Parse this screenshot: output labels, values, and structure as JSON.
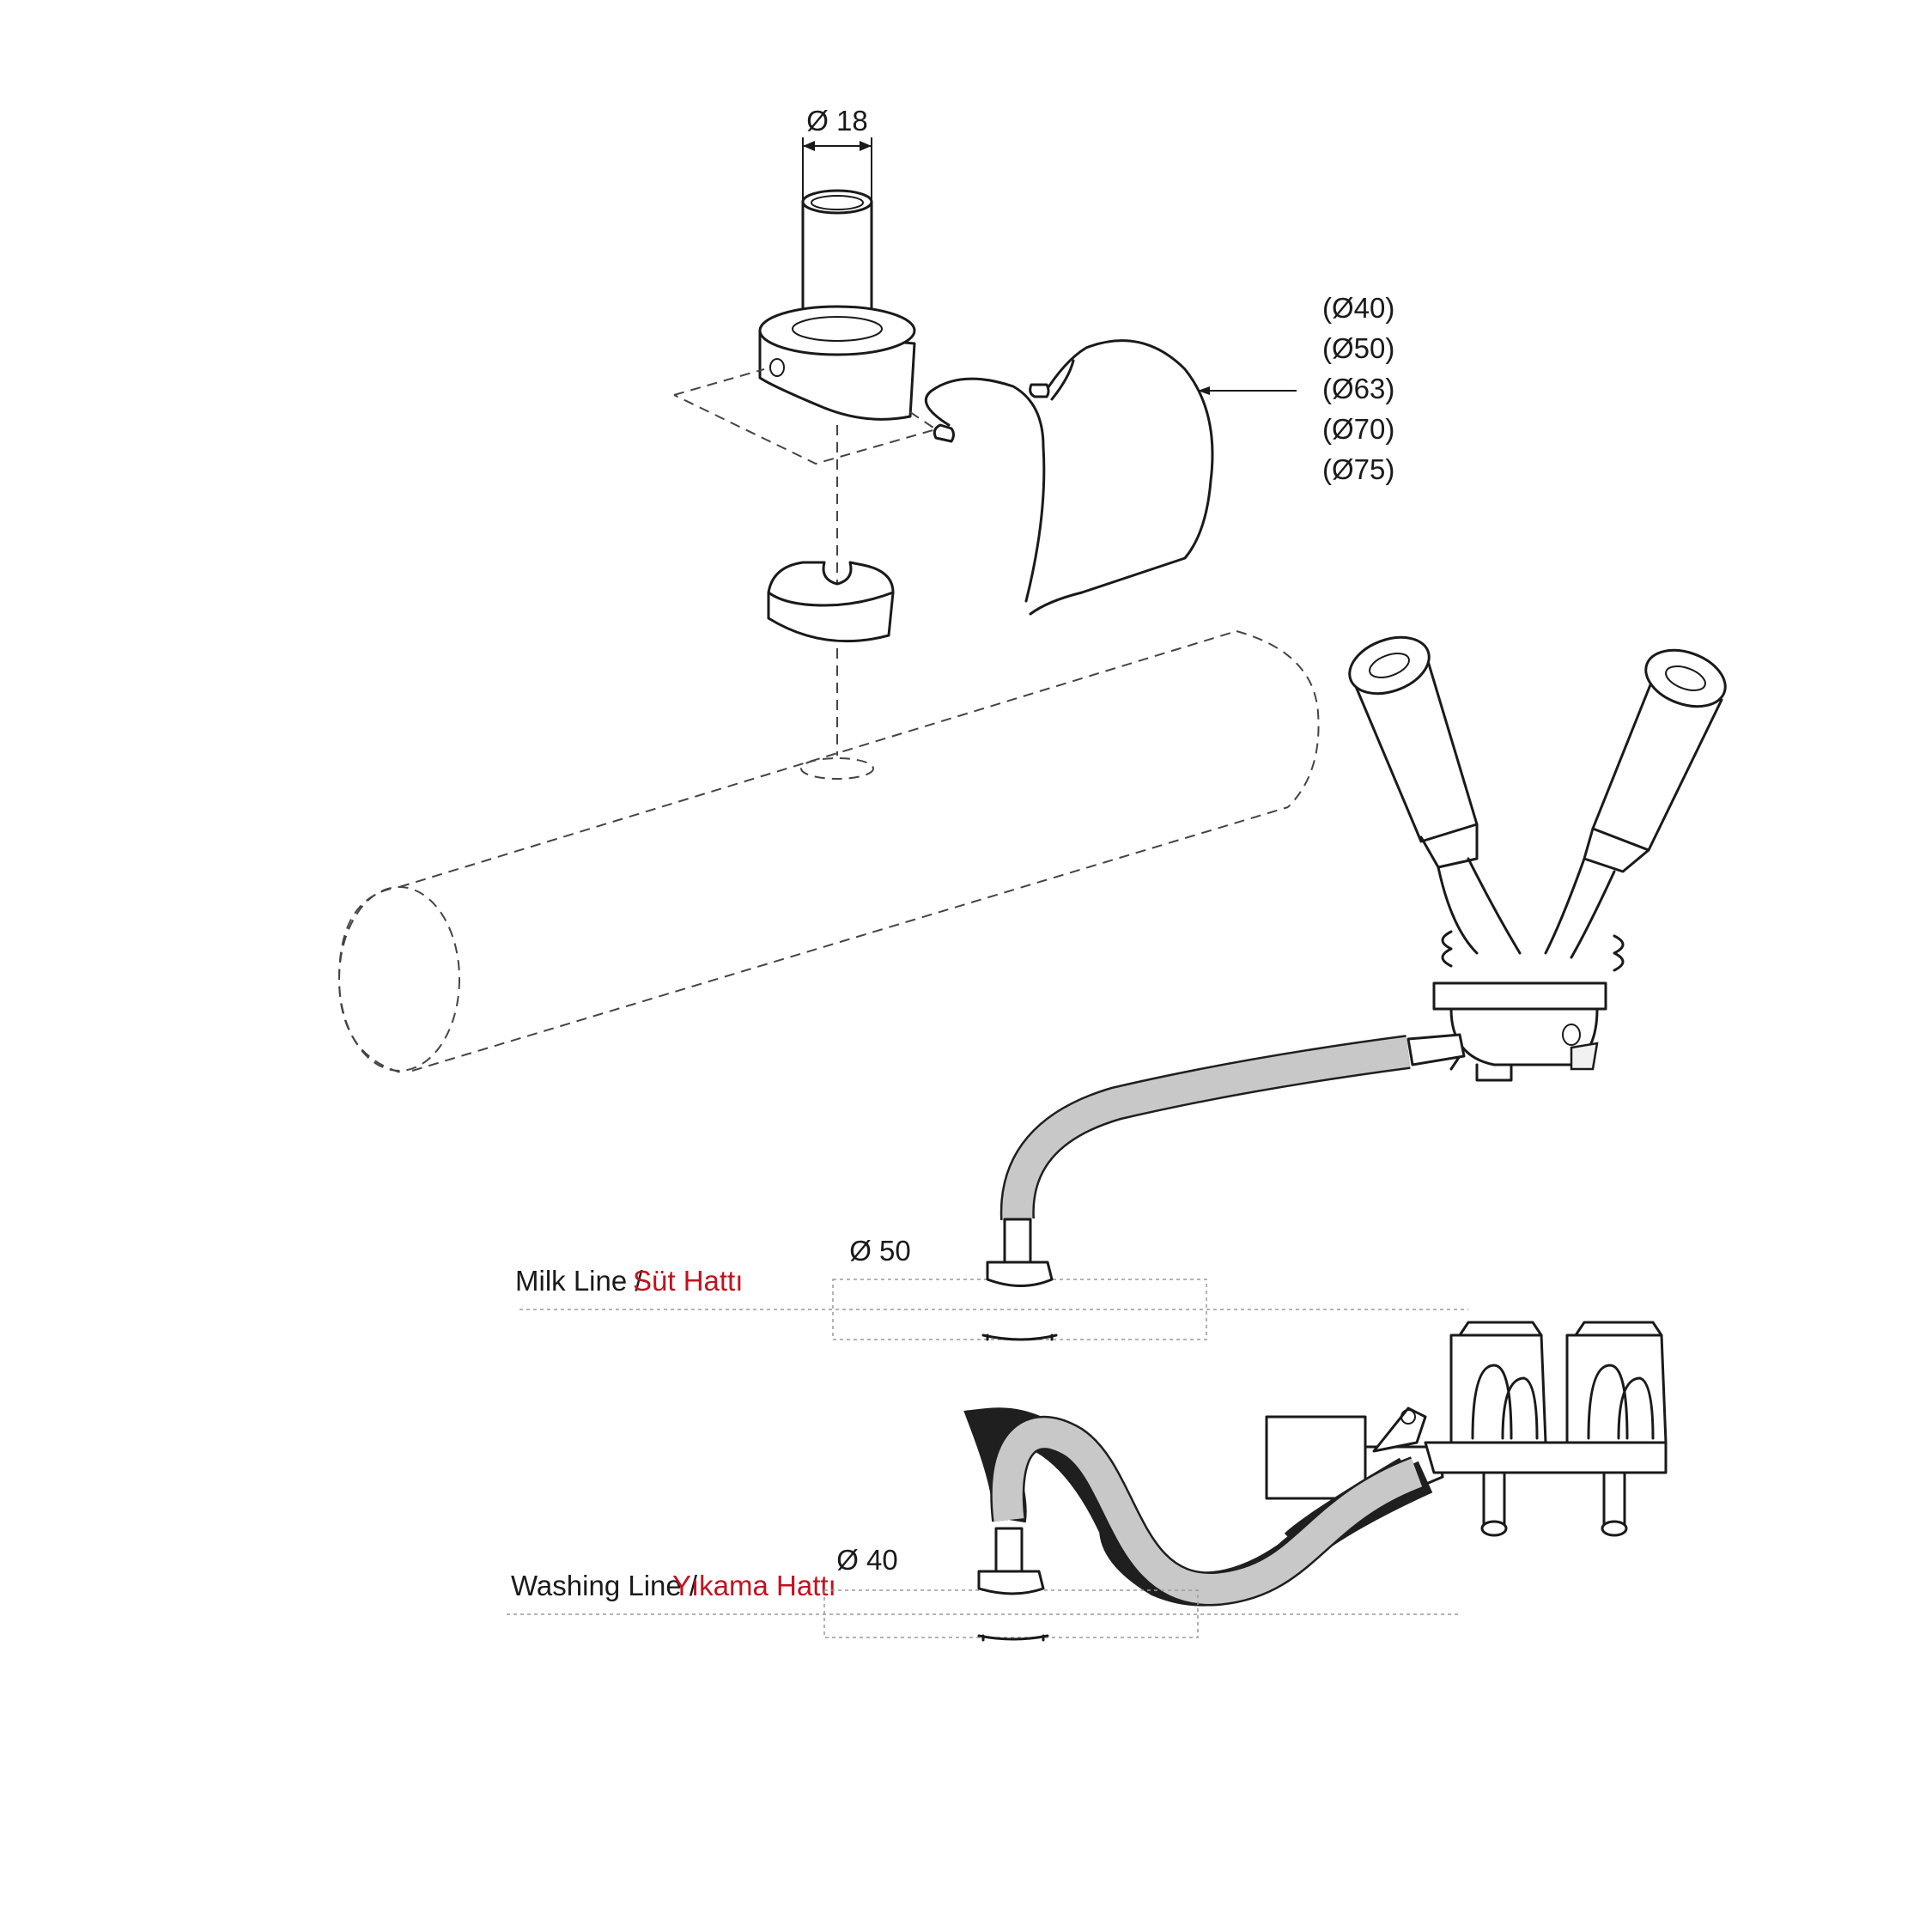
{
  "dimensions": {
    "nipple_diameter": "Ø 18",
    "clamp_sizes": [
      "(Ø40)",
      "(Ø50)",
      "(Ø63)",
      "(Ø70)",
      "(Ø75)"
    ],
    "milk_line_diameter": "Ø 50",
    "washing_line_diameter": "Ø 40"
  },
  "lines": {
    "milk_line_en": "Milk Line /",
    "milk_line_tr": "Süt Hattı",
    "washing_line_en": "Washing Line /",
    "washing_line_tr": "Yıkama Hattı"
  },
  "colors": {
    "label_accent": "#c1121f",
    "hose": "#c8c8c8",
    "outline": "#1a1a1a"
  }
}
